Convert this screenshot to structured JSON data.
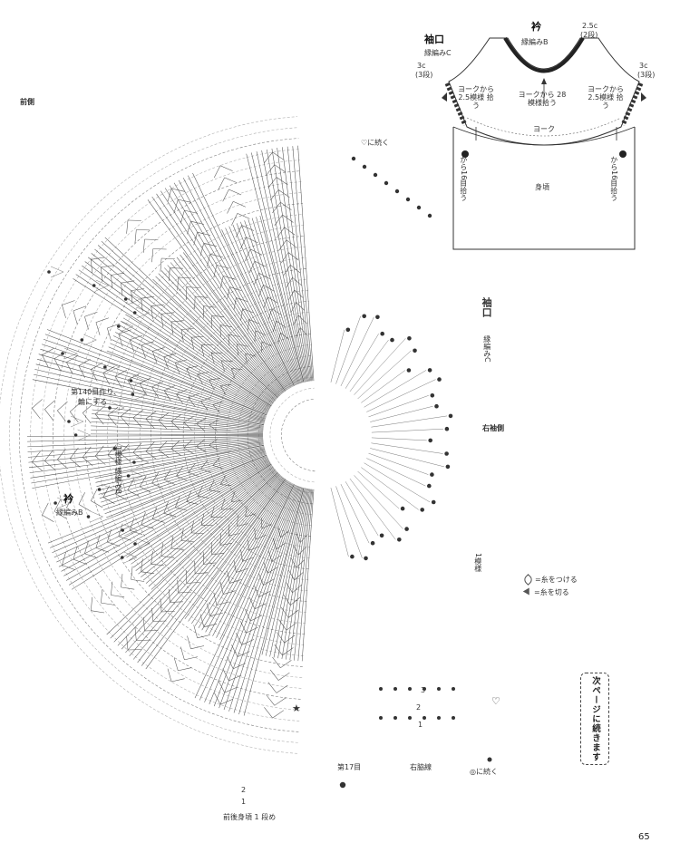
{
  "page": {
    "number": "65"
  },
  "schematic": {
    "collar_title": "衿",
    "collar_edging": "縁編みB",
    "cuff_title": "袖口",
    "cuff_edging": "縁編みC",
    "top_right_rows": "2.5c",
    "top_right_rows_note": "(2段)",
    "left_rows": "3c",
    "left_rows_note": "(3段)",
    "right_rows": "3c",
    "right_rows_note": "(3段)",
    "left_pick": "ヨークから 2.5模様 拾う",
    "center_pick": "ヨークから 28模様拾う",
    "right_pick": "ヨークから 2.5模様 拾う",
    "yoke_label": "ヨーク",
    "body_label": "身頃",
    "left_side_pick": "から16目拾う",
    "right_side_pick": "から16目拾う"
  },
  "chart": {
    "front_side": "前側",
    "continue_heart": "♡に続く",
    "sleeve_cuff": "袖口",
    "sleeve_cuff_edging": "縁編みC",
    "right_sleeve_side": "右袖側",
    "row140_line1": "第140目作り、",
    "row140_line2": "輪にする",
    "one_pattern_b": "1模様 縁編みB",
    "collar": "衿",
    "collar_edging": "縁編みB",
    "one_pattern": "1模様",
    "row17": "第17目",
    "side_line": "右脇線",
    "continue_circle": "◎に続く",
    "front_back_row1": "前後身頃 1 段め",
    "row_num_3": "3",
    "row_num_2": "2",
    "row_num_1": "1",
    "row_num_2b": "2",
    "row_mark_1": "1",
    "heart": "♡",
    "star": "★"
  },
  "legend": {
    "attach": "=糸をつける",
    "cut": "=糸を切る"
  },
  "next_page": "次ページに続きます"
}
